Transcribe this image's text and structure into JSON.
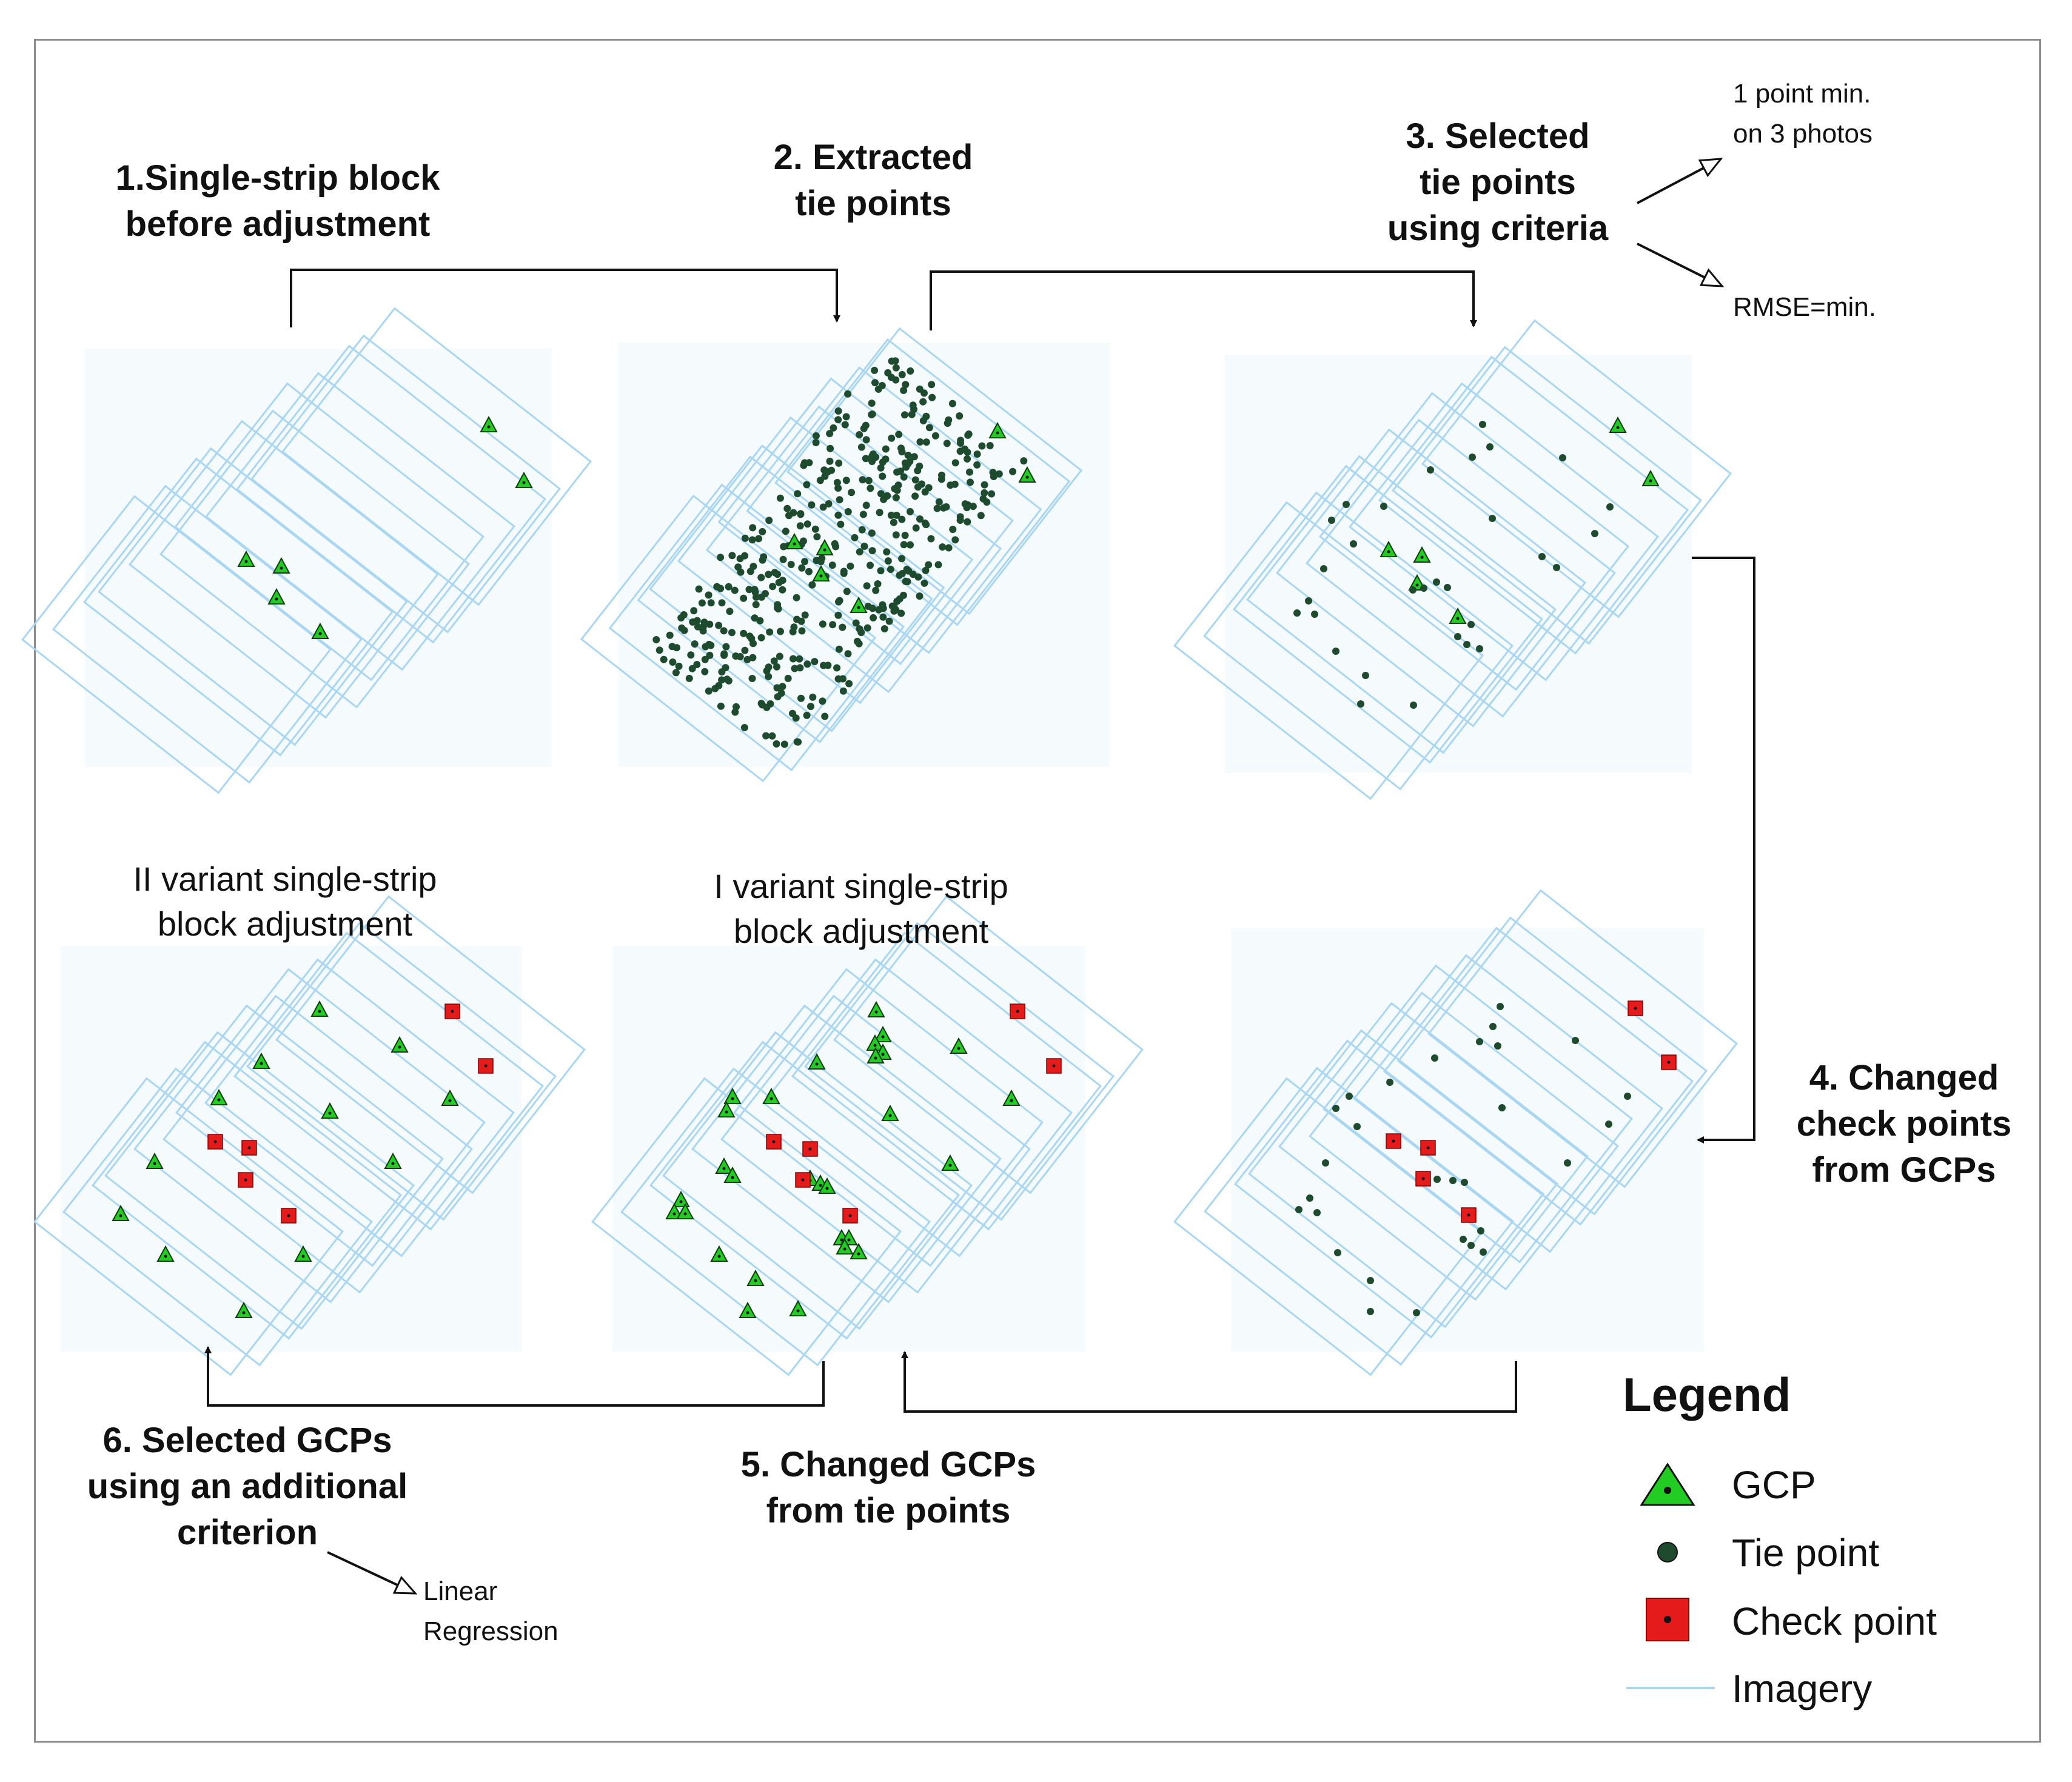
{
  "steps": {
    "step1": "1.Single-strip block\nbefore adjustment",
    "step2": "2. Extracted\ntie points",
    "step3": "3. Selected\ntie points\nusing criteria",
    "step4": "4. Changed\ncheck points\nfrom GCPs",
    "step5": "5. Changed GCPs\nfrom tie points",
    "step6": "6. Selected GCPs\nusing an additional\ncriterion"
  },
  "criteria": {
    "points_rule": "1 point min.\non 3 photos",
    "rmse_rule": "RMSE=min.",
    "regression_rule": "Linear\nRegression"
  },
  "variants": {
    "variant_2": "II variant single-strip\nblock adjustment",
    "variant_1": "I variant single-strip\nblock adjustment"
  },
  "legend": {
    "title": "Legend",
    "items": [
      {
        "label": "GCP",
        "symbol": "gcp-triangle-icon"
      },
      {
        "label": "Tie point",
        "symbol": "tie-point-dot-icon"
      },
      {
        "label": "Check point",
        "symbol": "check-point-square-icon"
      },
      {
        "label": "Imagery",
        "symbol": "imagery-line-icon"
      }
    ]
  },
  "colors": {
    "imagery": "#a9d6f2",
    "gcp": "#22cc22",
    "tie_point": "#1e4a2e",
    "check_point": "#e51b1b",
    "panel_background": "#f5fafd",
    "arrow": "#111111"
  }
}
